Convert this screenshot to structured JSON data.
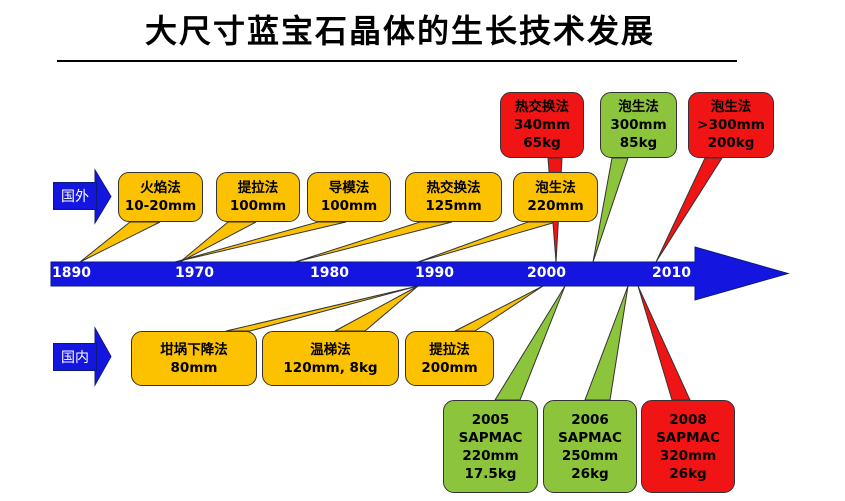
{
  "title": "大尺寸蓝宝石晶体的生长技术发展",
  "labels": {
    "foreign": "国外",
    "domestic": "国内"
  },
  "timeline": {
    "years": [
      "1890",
      "1970",
      "1980",
      "1990",
      "2000",
      "2010"
    ]
  },
  "colors": {
    "timeline": "#1515e0",
    "yellow": "#fcc200",
    "red": "#f11414",
    "green": "#8cc43c"
  },
  "foreign_events": [
    {
      "lines": [
        "火焰法",
        "10-20mm"
      ],
      "color": "yellow"
    },
    {
      "lines": [
        "提拉法",
        "100mm"
      ],
      "color": "yellow"
    },
    {
      "lines": [
        "导模法",
        "100mm"
      ],
      "color": "yellow"
    },
    {
      "lines": [
        "热交换法",
        "125mm"
      ],
      "color": "yellow"
    },
    {
      "lines": [
        "泡生法",
        "220mm"
      ],
      "color": "yellow"
    },
    {
      "lines": [
        "热交换法",
        "340mm",
        "65kg"
      ],
      "color": "red"
    },
    {
      "lines": [
        "泡生法",
        "300mm",
        "85kg"
      ],
      "color": "green"
    },
    {
      "lines": [
        "泡生法",
        ">300mm",
        "200kg"
      ],
      "color": "red"
    }
  ],
  "domestic_events": [
    {
      "lines": [
        "坩埚下降法",
        "80mm"
      ],
      "color": "yellow"
    },
    {
      "lines": [
        "温梯法",
        "120mm, 8kg"
      ],
      "color": "yellow"
    },
    {
      "lines": [
        "提拉法",
        "200mm"
      ],
      "color": "yellow"
    },
    {
      "lines": [
        "2005",
        "SAPMAC",
        "220mm",
        "17.5kg"
      ],
      "color": "green"
    },
    {
      "lines": [
        "2006",
        "SAPMAC",
        "250mm",
        "26kg"
      ],
      "color": "green"
    },
    {
      "lines": [
        "2008",
        "SAPMAC",
        "320mm",
        "26kg"
      ],
      "color": "red"
    }
  ]
}
